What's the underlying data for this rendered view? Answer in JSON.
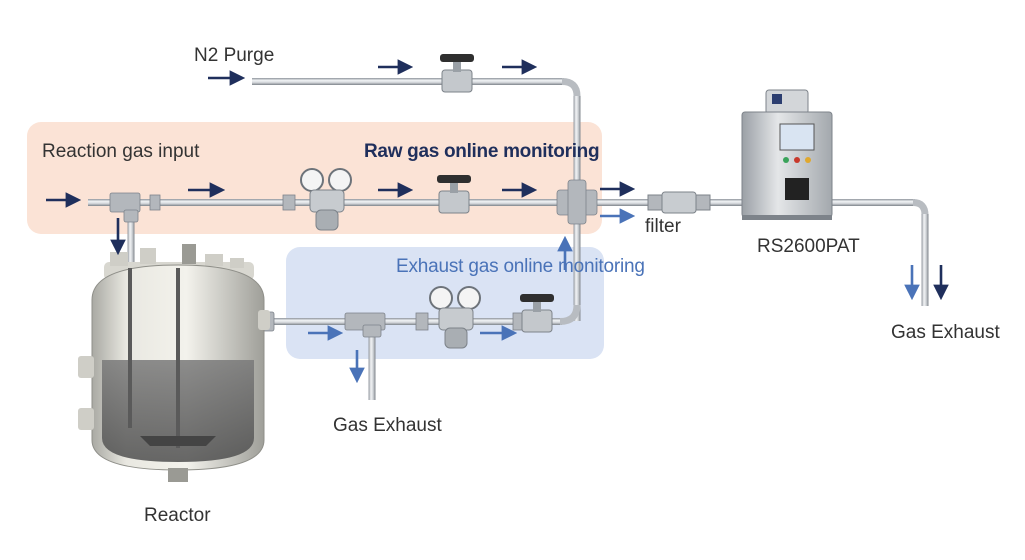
{
  "labels": {
    "n2_purge": "N2 Purge",
    "reaction_gas_input": "Reaction gas input",
    "raw_gas_monitoring": "Raw gas online monitoring",
    "exhaust_gas_monitoring": "Exhaust gas online monitoring",
    "filter": "filter",
    "analyzer": "RS2600PAT",
    "gas_exhaust_right": "Gas Exhaust",
    "gas_exhaust_bottom": "Gas Exhaust",
    "reactor": "Reactor"
  },
  "colors": {
    "raw_zone": "#fbe3d6",
    "exhaust_zone": "#dae3f4",
    "arrow_dark": "#1f2f5c",
    "arrow_light": "#4a73b8",
    "pipe": "#c9ccd1"
  }
}
